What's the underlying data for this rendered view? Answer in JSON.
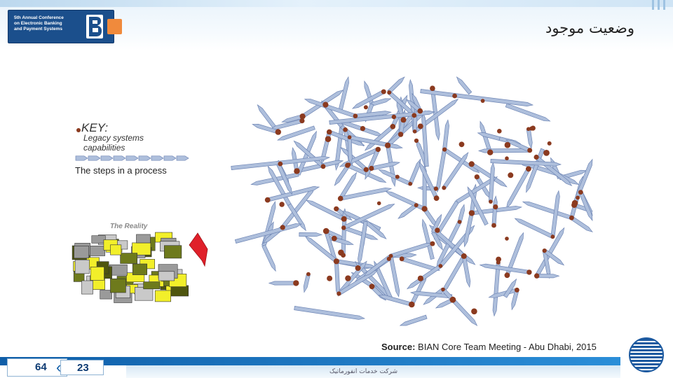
{
  "header": {
    "logo_text_lines": [
      "5th Annual Conference",
      "on Electronic Banking",
      "and Payment Systems"
    ],
    "title": "وضعیت موجود"
  },
  "legend": {
    "key_title": "KEY:",
    "legacy_label": "Legacy systems capabilities",
    "steps_label": "The steps in a process",
    "reality_label": "The Reality"
  },
  "source": {
    "label": "Source:",
    "text": "BIAN Core Team Meeting - Abu Dhabi, 2015"
  },
  "footer": {
    "page_current": "64",
    "page_other": "23",
    "company": "شرکت خدمات انفورماتیک"
  },
  "colors": {
    "brand_blue": "#1b4f8c",
    "accent_orange": "#f08a3c",
    "arrow_fill": "#aebfdc",
    "node_brown": "#8b3a1f",
    "cube_olive": "#6e7a1c",
    "cube_yellow": "#f2ef2a",
    "red_arrow": "#e0202a"
  }
}
